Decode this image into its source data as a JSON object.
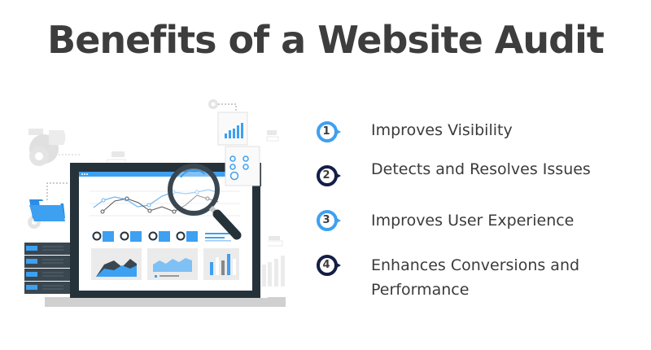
{
  "title": "Benefits of a Website Audit",
  "colors": {
    "title": "#3d3d3d",
    "text": "#3b3b3b",
    "accent_light": "#3ea0f0",
    "accent_dark": "#141e46",
    "screen_frame": "#26323a"
  },
  "benefits": [
    {
      "number": "1",
      "label": "Improves Visibility",
      "color": "#3ea0f0"
    },
    {
      "number": "2",
      "label": "Detects and Resolves Issues",
      "color": "#141e46"
    },
    {
      "number": "3",
      "label": "Improves User Experience",
      "color": "#3ea0f0"
    },
    {
      "number": "4",
      "label_line1": "Enhances Conversions and",
      "label_line2": "Performance",
      "color": "#141e46"
    }
  ],
  "illustration": {
    "description": "laptop-dashboard-with-magnifying-glass",
    "icons": [
      "pie-chart-icon",
      "gear-icon",
      "folder-icon",
      "server-rack-icon",
      "report-document-icon",
      "magnifying-glass-icon",
      "bar-chart-icon"
    ]
  }
}
